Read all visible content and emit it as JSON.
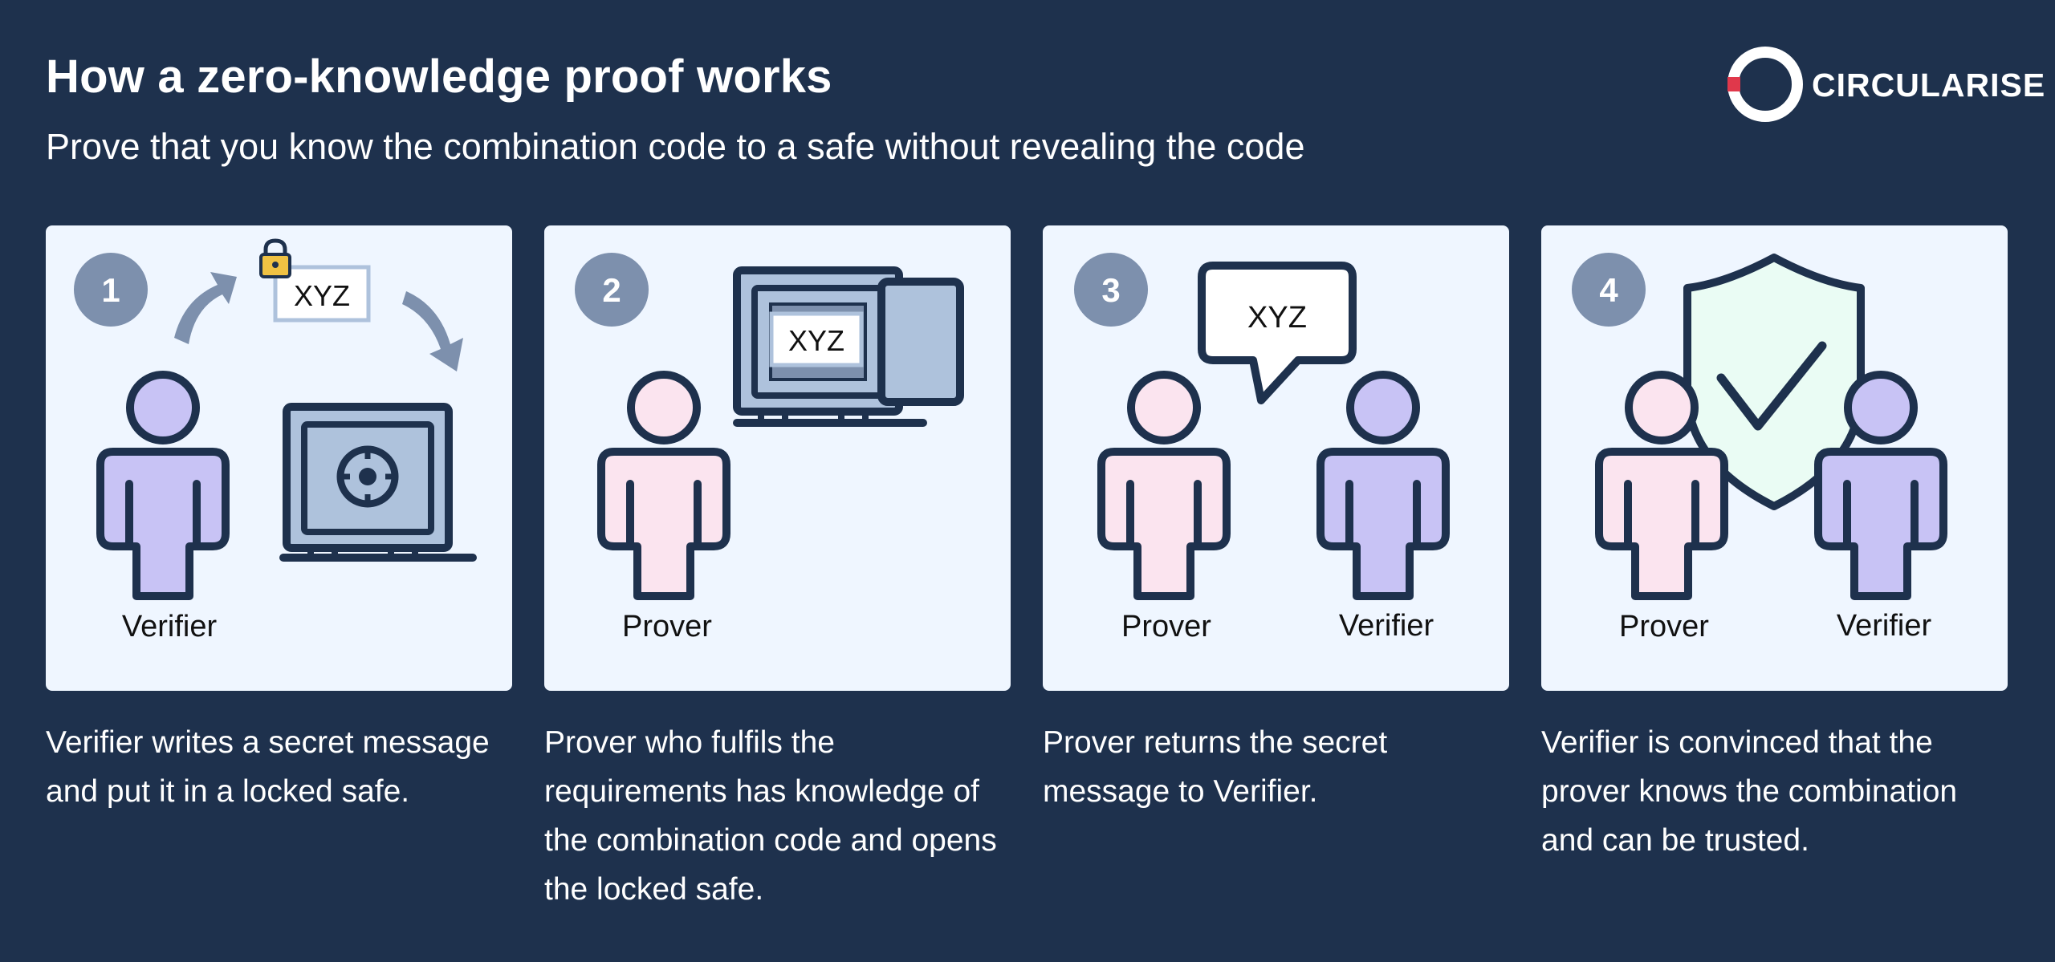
{
  "header": {
    "title": "How a zero-knowledge proof works",
    "subtitle": "Prove that you know the combination code to a safe without revealing the code"
  },
  "logo": {
    "text": "CIRCULARISE"
  },
  "steps": [
    {
      "number": "1",
      "secret": "XYZ",
      "labels": [
        "Verifier"
      ],
      "description": "Verifier writes a secret message and put it in a locked safe."
    },
    {
      "number": "2",
      "secret": "XYZ",
      "labels": [
        "Prover"
      ],
      "description": "Prover who fulfils the requirements has knowledge of the combination code and opens the locked safe."
    },
    {
      "number": "3",
      "secret": "XYZ",
      "labels": [
        "Prover",
        "Verifier"
      ],
      "description": "Prover returns the secret message to Verifier."
    },
    {
      "number": "4",
      "labels": [
        "Prover",
        "Verifier"
      ],
      "description": "Verifier is convinced that the prover knows the combination and can be trusted."
    }
  ],
  "colors": {
    "background": "#1e314d",
    "panel": "#eff6ff",
    "outline": "#1e314d",
    "badge": "#7d90ad",
    "verifier": "#c8c3f5",
    "prover": "#fbe4ef",
    "safe": "#aec2dc",
    "shield": "#eafcf4",
    "logo_accent": "#e0384b"
  },
  "icons": [
    "person-icon",
    "safe-icon",
    "padlock-icon",
    "arrow-icon",
    "speech-bubble-icon",
    "shield-check-icon"
  ]
}
